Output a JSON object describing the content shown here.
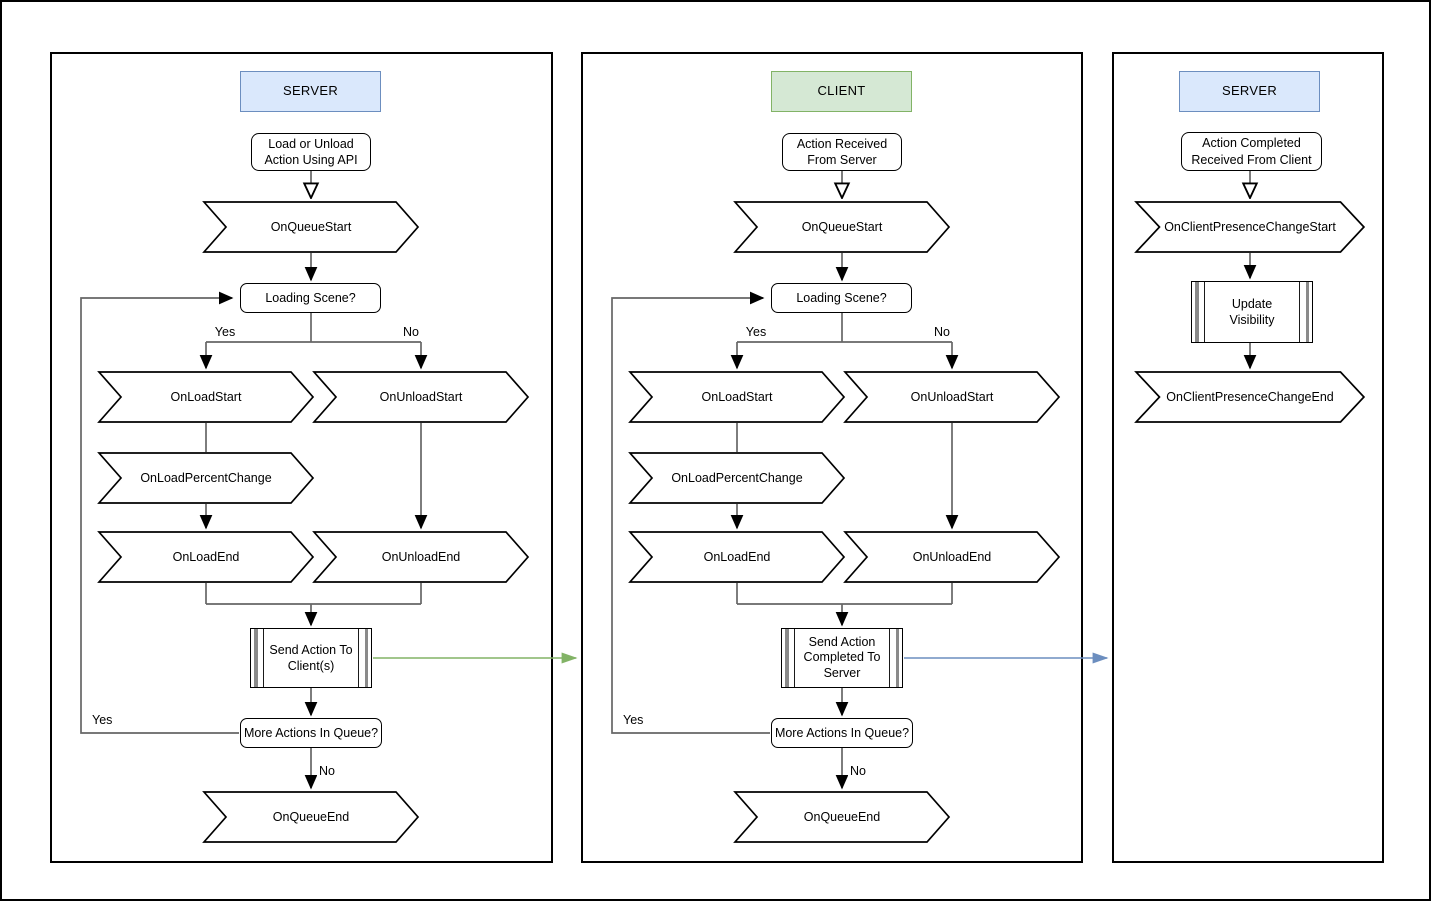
{
  "colors": {
    "server_header_fill": "#dae8fc",
    "server_header_border": "#6c8ebf",
    "client_header_fill": "#d5e8d4",
    "client_header_border": "#82b366",
    "server_to_client_arrow": "#82b366",
    "client_to_server_arrow": "#6c8ebf",
    "connector": "#666666",
    "shape_border": "#000000"
  },
  "panels": [
    {
      "header": {
        "label": "SERVER"
      },
      "nodes": {
        "start": {
          "label": "Load or Unload\nAction Using API"
        },
        "on_queue_start": {
          "label": "OnQueueStart"
        },
        "loading_scene": {
          "label": "Loading Scene?"
        },
        "branch_yes_label": "Yes",
        "branch_no_label": "No",
        "on_load_start": {
          "label": "OnLoadStart"
        },
        "on_unload_start": {
          "label": "OnUnloadStart"
        },
        "on_load_percent_change": {
          "label": "OnLoadPercentChange"
        },
        "on_load_end": {
          "label": "OnLoadEnd"
        },
        "on_unload_end": {
          "label": "OnUnloadEnd"
        },
        "send_action": {
          "label": "Send Action To\nClient(s)"
        },
        "more_actions": {
          "label": "More Actions In Queue?"
        },
        "loop_yes_label": "Yes",
        "queue_no_label": "No",
        "on_queue_end": {
          "label": "OnQueueEnd"
        }
      }
    },
    {
      "header": {
        "label": "CLIENT"
      },
      "nodes": {
        "start": {
          "label": "Action Received\nFrom Server"
        },
        "on_queue_start": {
          "label": "OnQueueStart"
        },
        "loading_scene": {
          "label": "Loading Scene?"
        },
        "branch_yes_label": "Yes",
        "branch_no_label": "No",
        "on_load_start": {
          "label": "OnLoadStart"
        },
        "on_unload_start": {
          "label": "OnUnloadStart"
        },
        "on_load_percent_change": {
          "label": "OnLoadPercentChange"
        },
        "on_load_end": {
          "label": "OnLoadEnd"
        },
        "on_unload_end": {
          "label": "OnUnloadEnd"
        },
        "send_action": {
          "label": "Send Action\nCompleted To\nServer"
        },
        "more_actions": {
          "label": "More Actions In Queue?"
        },
        "loop_yes_label": "Yes",
        "queue_no_label": "No",
        "on_queue_end": {
          "label": "OnQueueEnd"
        }
      }
    },
    {
      "header": {
        "label": "SERVER"
      },
      "nodes": {
        "start": {
          "label": "Action Completed\nReceived From Client"
        },
        "on_client_presence_change_start": {
          "label": "OnClientPresenceChangeStart"
        },
        "update_visibility": {
          "label": "Update Visibility"
        },
        "on_client_presence_change_end": {
          "label": "OnClientPresenceChangeEnd"
        }
      }
    }
  ]
}
